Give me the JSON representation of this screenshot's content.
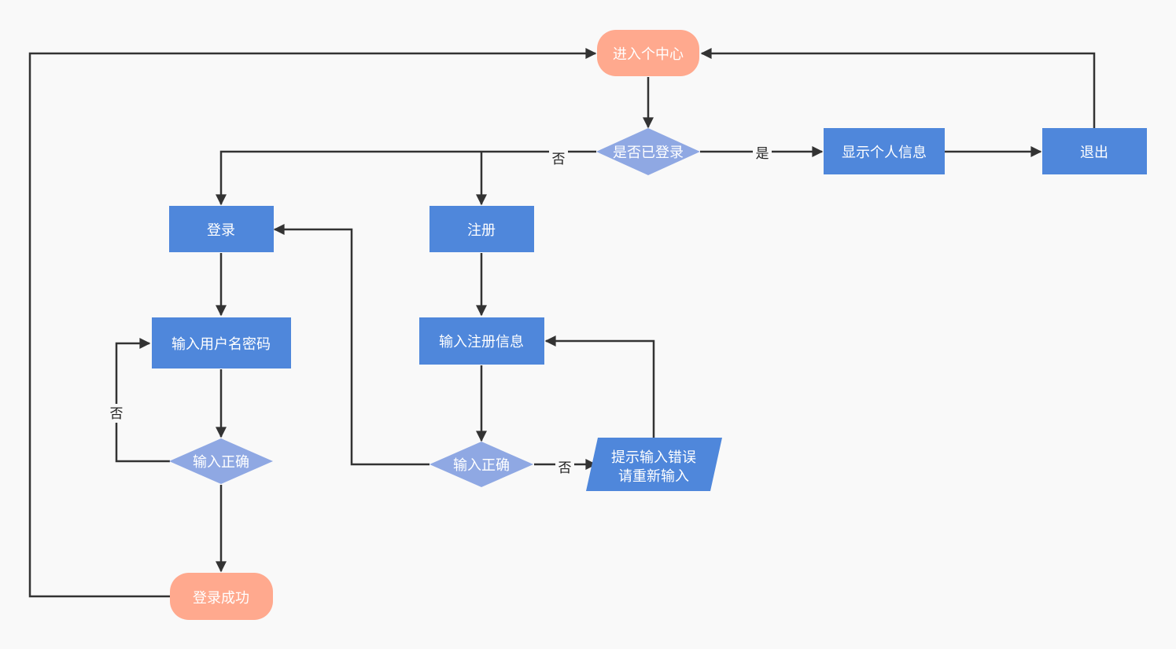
{
  "colors": {
    "terminal": "#ffa98e",
    "process": "#4f87db",
    "decision": "#8fa8e3",
    "edge": "#333333",
    "background": "#f9f9f9"
  },
  "nodes": {
    "enter_center": "进入个中心",
    "is_logged_in": "是否已登录",
    "show_info": "显示个人信息",
    "logout": "退出",
    "login": "登录",
    "register": "注册",
    "input_credentials": "输入用户名密码",
    "input_register_info": "输入注册信息",
    "login_check": "输入正确",
    "register_check": "输入正确",
    "error_line1": "提示输入错误",
    "error_line2": "请重新输入",
    "login_success": "登录成功"
  },
  "edge_labels": {
    "yes_show_info": "是",
    "no_login": "否",
    "no_retry_credentials": "否",
    "no_register_error": "否"
  }
}
